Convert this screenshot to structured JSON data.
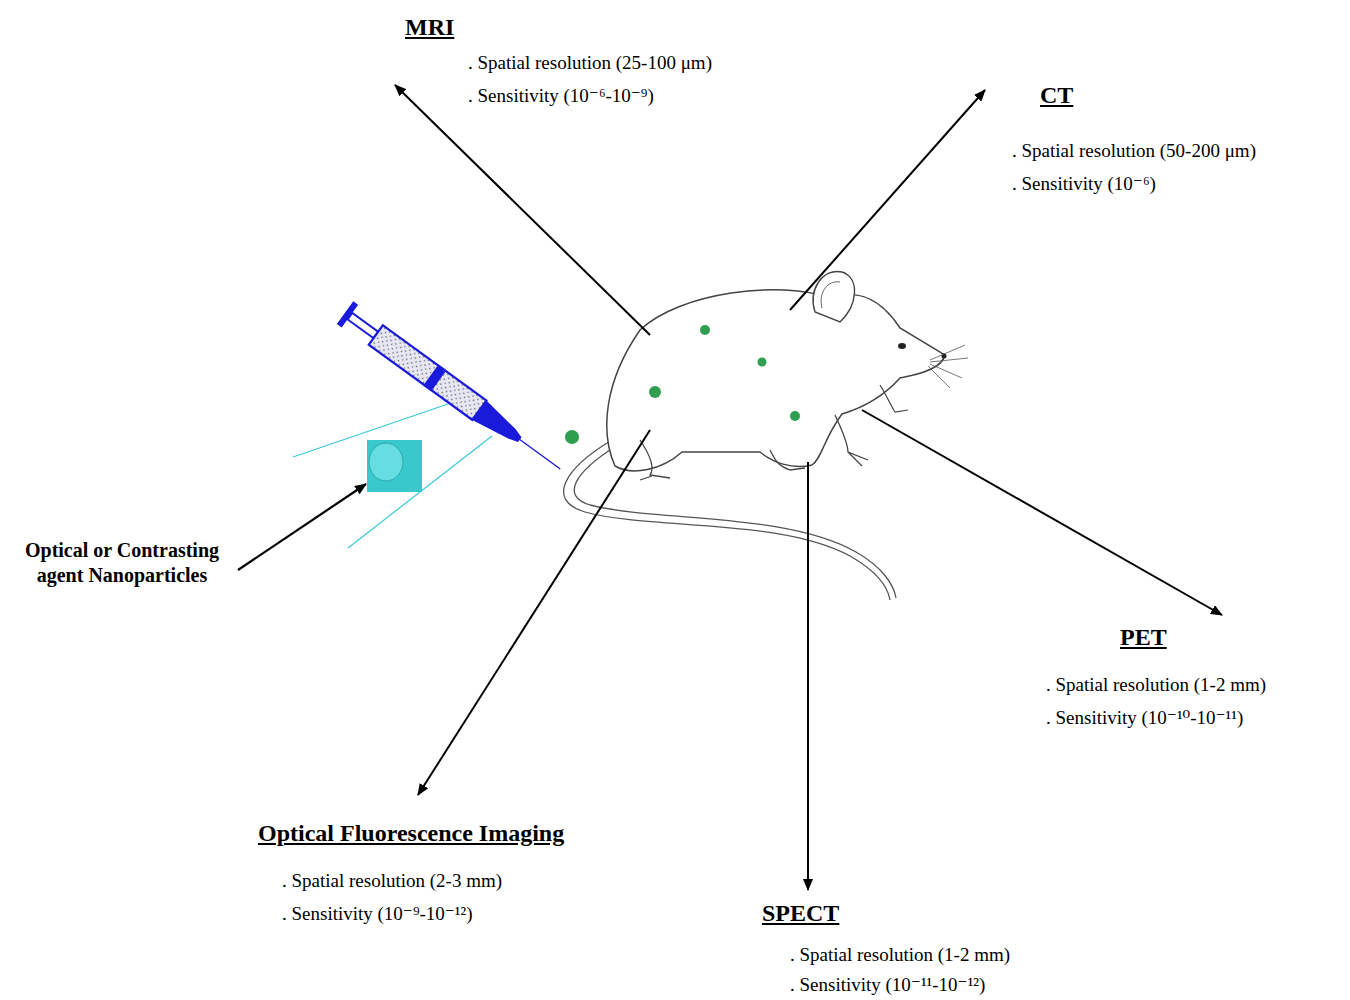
{
  "diagram": {
    "labels": [
      "MRI",
      ". Spatial resolution (25-100 μm)",
      ". Sensitivity (10⁻⁶-10⁻⁹)",
      "CT",
      ". Spatial resolution (50-200 μm)",
      ". Sensitivity (10⁻⁶)",
      "PET",
      ". Spatial resolution (1-2 mm)",
      ". Sensitivity (10⁻¹⁰-10⁻¹¹)",
      "SPECT",
      ". Spatial resolution (1-2 mm)",
      ". Sensitivity (10⁻¹¹-10⁻¹²)",
      "Optical Fluorescence Imaging",
      ". Spatial resolution (2-3 mm)",
      ". Sensitivity (10⁻⁹-10⁻¹²)",
      "Optical or Contrasting agent Nanoparticles"
    ]
  }
}
